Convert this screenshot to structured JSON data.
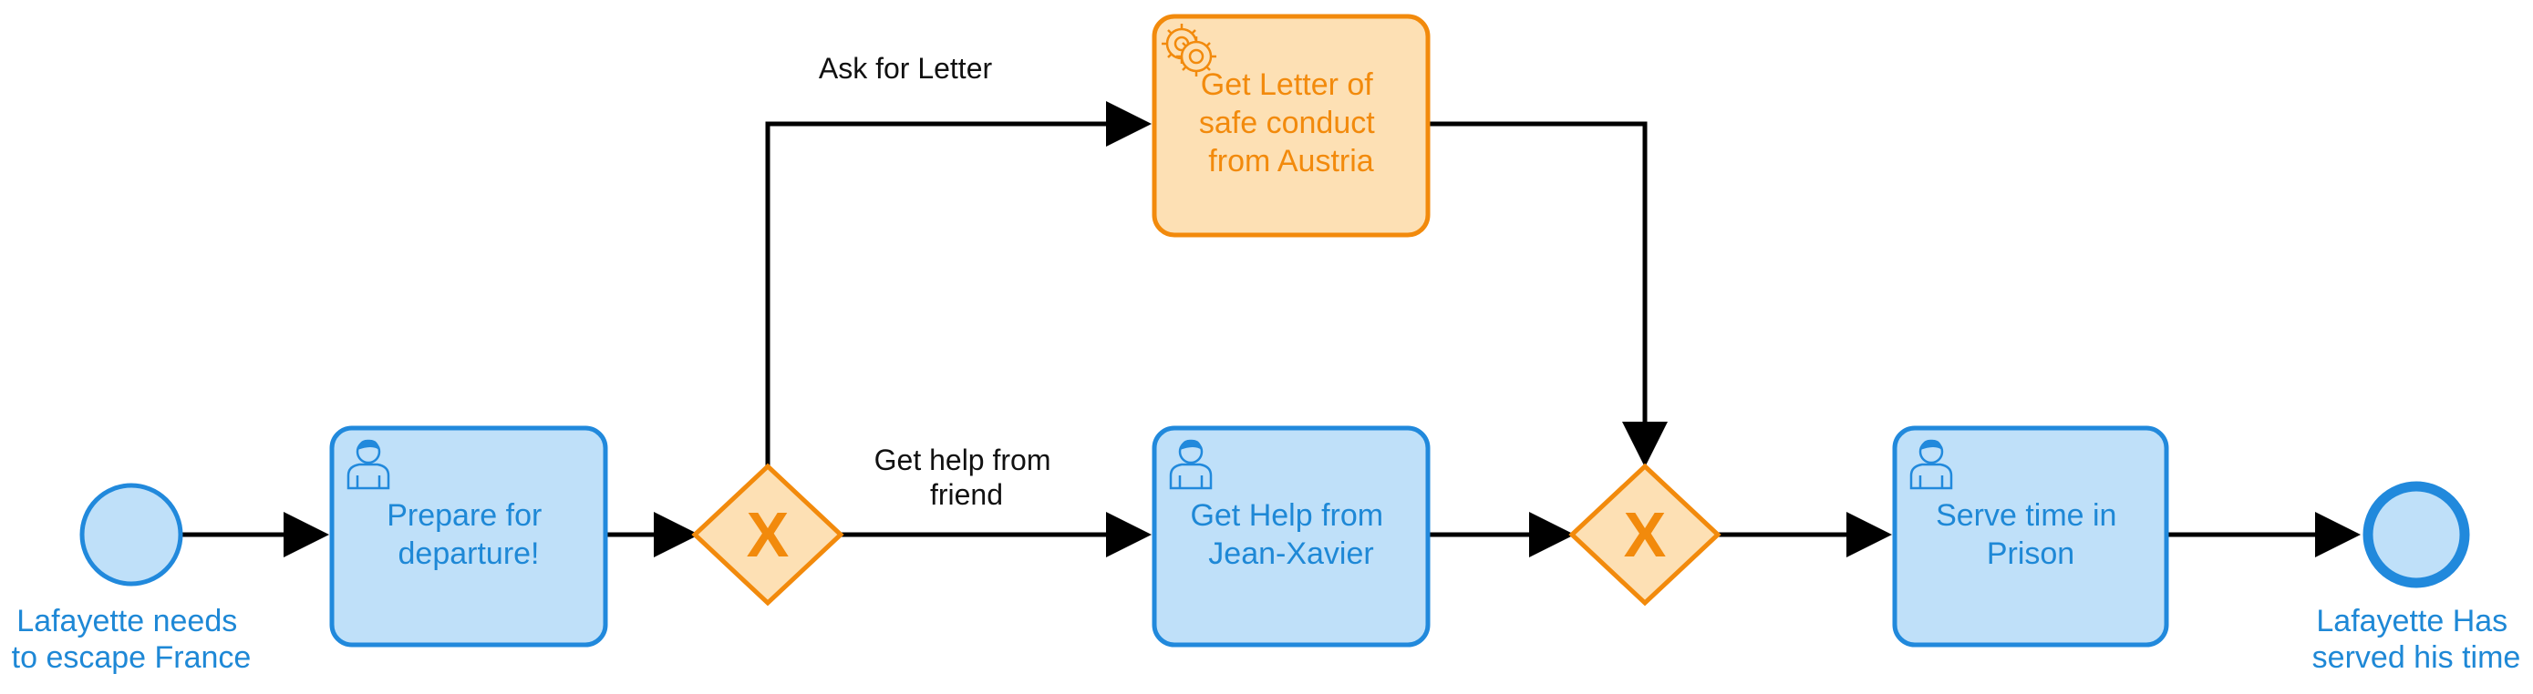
{
  "colors": {
    "blue_stroke": "#2189dc",
    "blue_fill": "#bfe0f9",
    "orange_stroke": "#f28a0c",
    "orange_fill": "#fde0b4",
    "edge": "#000000"
  },
  "events": {
    "start_label": [
      "Lafayette needs",
      "to escape France"
    ],
    "end_label": [
      "Lafayette Has",
      "served his time"
    ]
  },
  "tasks": {
    "prepare": {
      "lines": [
        "Prepare for",
        "departure!"
      ],
      "icon": "user-icon"
    },
    "letter": {
      "lines": [
        "Get Letter of",
        "safe conduct",
        "from Austria"
      ],
      "icon": "gear-icon"
    },
    "help": {
      "lines": [
        "Get Help from",
        "Jean-Xavier"
      ],
      "icon": "user-icon"
    },
    "prison": {
      "lines": [
        "Serve time in",
        "Prison"
      ],
      "icon": "user-icon"
    }
  },
  "gateways": {
    "split_marker": "X",
    "join_marker": "X"
  },
  "flows": {
    "ask_letter": [
      "Ask for Letter"
    ],
    "help_friend": [
      "Get help from",
      "friend"
    ]
  }
}
